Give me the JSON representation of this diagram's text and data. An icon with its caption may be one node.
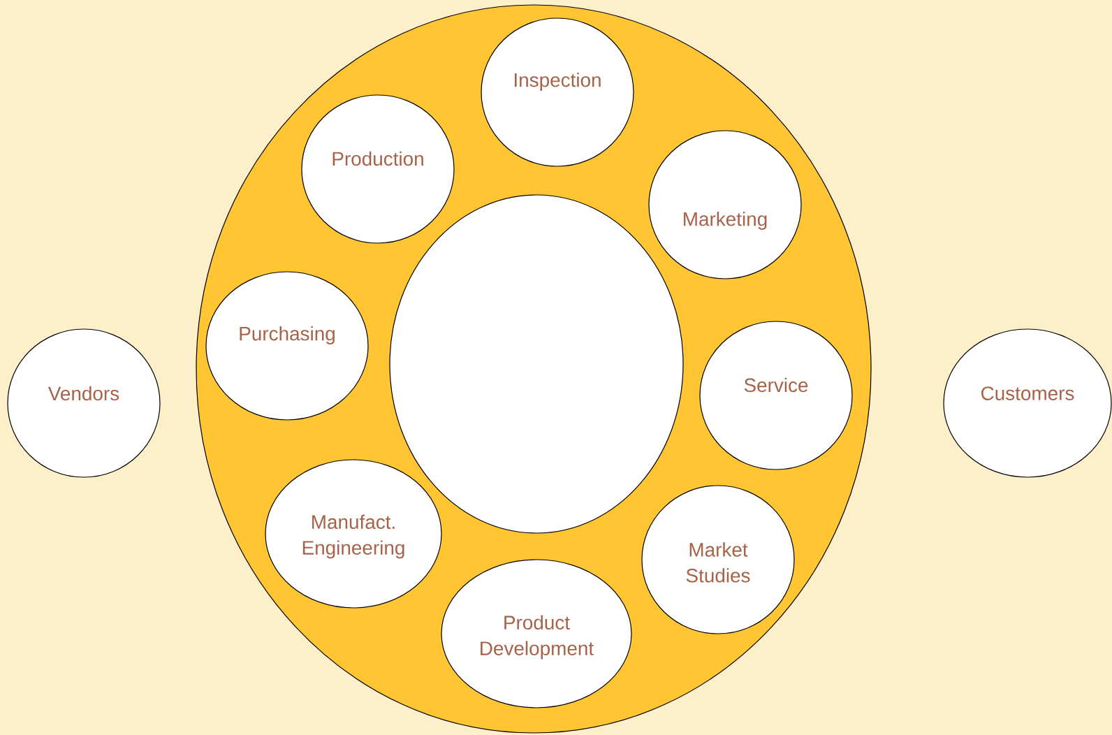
{
  "diagram": {
    "nodes": [
      {
        "text": [
          "Vendors"
        ]
      },
      {
        "text": [],
        "shape": "circle"
      },
      {
        "text": [
          "Inspection"
        ],
        "in": 1
      },
      {
        "text": [
          "Production"
        ],
        "in": 1
      },
      {
        "text": [
          "Marketing"
        ],
        "in": 1
      },
      {
        "text": [],
        "shape": "circle",
        "in": 1
      },
      {
        "text": [
          "Purchasing"
        ],
        "in": 1
      },
      {
        "text": [
          "Service"
        ],
        "in": 1
      },
      {
        "text": [
          "Manufact. Engineering"
        ],
        "in": 1
      },
      {
        "text": [
          "Market Studies"
        ],
        "in": 1
      },
      {
        "text": [
          "Product Development"
        ],
        "in": 1
      },
      {
        "text": [
          "Customers"
        ]
      }
    ]
  }
}
